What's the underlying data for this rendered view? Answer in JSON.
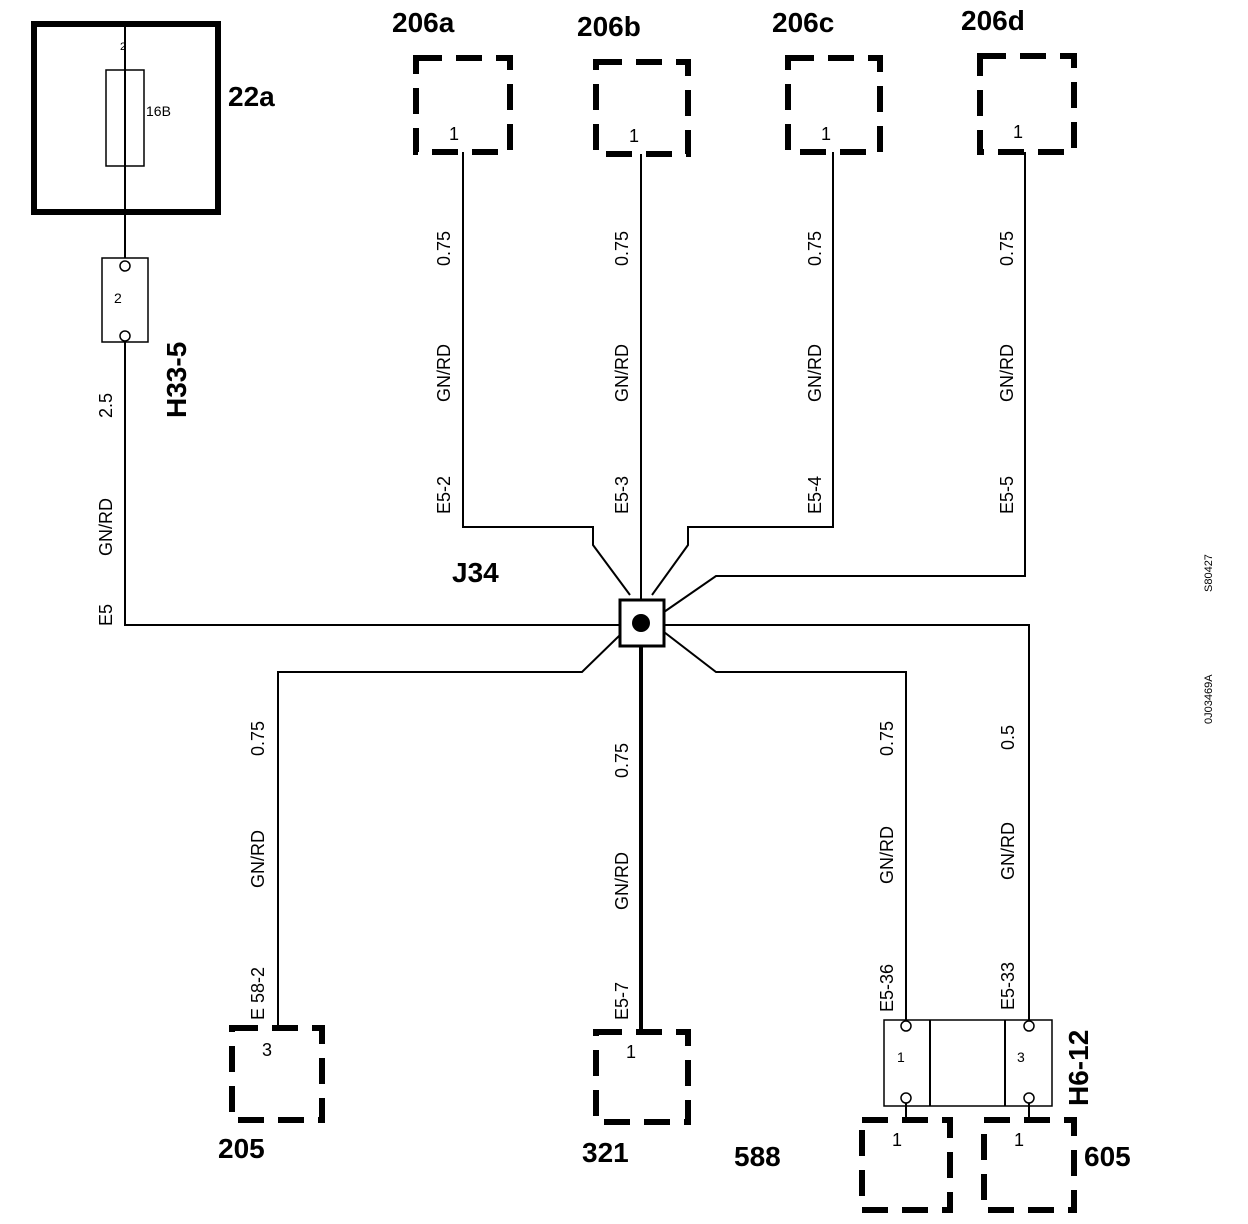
{
  "components": {
    "fuse_box": {
      "id": "22a",
      "fuse": "16B",
      "pin": "2"
    },
    "connector_h33": {
      "id": "H33-5",
      "pin": "2"
    },
    "junction": {
      "id": "J34"
    },
    "c206a": {
      "id": "206a",
      "pin": "1"
    },
    "c206b": {
      "id": "206b",
      "pin": "1"
    },
    "c206c": {
      "id": "206c",
      "pin": "1"
    },
    "c206d": {
      "id": "206d",
      "pin": "1"
    },
    "c205": {
      "id": "205",
      "pin": "3"
    },
    "c321": {
      "id": "321",
      "pin": "1"
    },
    "c588": {
      "id": "588",
      "pin": "1"
    },
    "c605": {
      "id": "605",
      "pin": "1"
    },
    "connector_h6": {
      "id": "H6-12",
      "pin_left": "1",
      "pin_right": "3"
    }
  },
  "wires": {
    "e5": {
      "size": "2.5",
      "color": "GN/RD",
      "code": "E5"
    },
    "e5_2": {
      "size": "0.75",
      "color": "GN/RD",
      "code": "E5-2"
    },
    "e5_3": {
      "size": "0.75",
      "color": "GN/RD",
      "code": "E5-3"
    },
    "e5_4": {
      "size": "0.75",
      "color": "GN/RD",
      "code": "E5-4"
    },
    "e5_5": {
      "size": "0.75",
      "color": "GN/RD",
      "code": "E5-5"
    },
    "e58_2": {
      "size": "0.75",
      "color": "GN/RD",
      "code": "E 58-2"
    },
    "e5_7": {
      "size": "0.75",
      "color": "GN/RD",
      "code": "E5-7"
    },
    "e5_36": {
      "size": "0.75",
      "color": "GN/RD",
      "code": "E5-36"
    },
    "e5_33": {
      "size": "0.5",
      "color": "GN/RD",
      "code": "E5-33"
    }
  },
  "margin_codes": {
    "top": "S80427",
    "bottom": "0J03469A"
  }
}
